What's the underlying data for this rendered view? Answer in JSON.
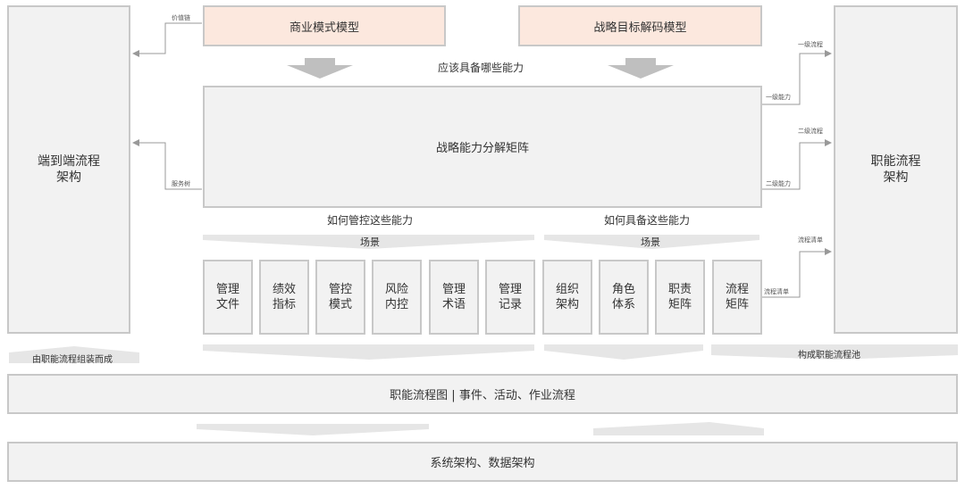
{
  "left_box": "端到端流程\n架构",
  "right_box": "职能流程\n架构",
  "top_left": "商业模式模型",
  "top_right": "战略目标解码模型",
  "top_middle_label": "应该具备哪些能力",
  "matrix": "战略能力分解矩阵",
  "how_control": "如何管控这些能力",
  "how_have": "如何具备这些能力",
  "scene_left": "场景",
  "scene_right": "场景",
  "cells": [
    "管理\n文件",
    "绩效\n指标",
    "管控\n模式",
    "风险\n内控",
    "管理\n术语",
    "管理\n记录",
    "组织\n架构",
    "角色\n体系",
    "职责\n矩阵",
    "流程\n矩阵"
  ],
  "small_labels": {
    "value_chain": "价值链",
    "service_tree": "服务树",
    "level1_capability": "一级能力",
    "level1_process": "一级流程",
    "level2_process": "二级流程",
    "level2_capability": "二级能力",
    "process_list_top": "流程清单",
    "process_list_side": "流程清单"
  },
  "assembled_label": "由职能流程组装而成",
  "pool_label": "构成职能流程池",
  "bottom1": "职能流程图 | 事件、活动、作业流程",
  "bottom2": "系统架构、数据架构"
}
